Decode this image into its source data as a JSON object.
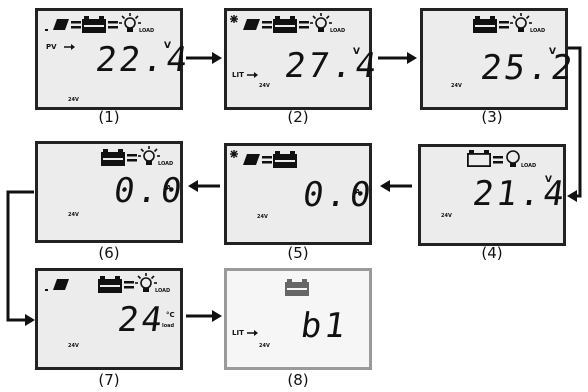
{
  "icons": {
    "panel": "solar-panel-icon",
    "battery": "battery-icon",
    "load": "light-bulb-icon",
    "equals": "equals-sign",
    "arrow": "small-arrow-icon",
    "asterisk": "asterisk-icon"
  },
  "screens": [
    {
      "label": "(1)",
      "value": "22.4",
      "unit": "V",
      "tag": "PV",
      "batt_voltage": "24V",
      "load_text": "LOAD"
    },
    {
      "label": "(2)",
      "value": "27.4",
      "unit": "V",
      "tag": "LIT",
      "batt_voltage": "24V",
      "load_text": "LOAD"
    },
    {
      "label": "(3)",
      "value": "25.2",
      "unit": "V",
      "batt_voltage": "24V",
      "load_text": "LOAD"
    },
    {
      "label": "(4)",
      "value": "21.4",
      "unit": "V",
      "batt_voltage": "24V",
      "load_text": "LOAD"
    },
    {
      "label": "(5)",
      "value": "0.0",
      "unit": "A",
      "batt_voltage": "24V"
    },
    {
      "label": "(6)",
      "value": "0.0",
      "unit": "A",
      "batt_voltage": "24V",
      "load_text": "LOAD"
    },
    {
      "label": "(7)",
      "value": "24",
      "batt_voltage": "24V",
      "load_text": "LOAD",
      "unit_top": "°C",
      "unit_bottom": "load"
    },
    {
      "label": "(8)",
      "value": "b1",
      "tag": "LIT",
      "batt_voltage": "24V"
    }
  ]
}
